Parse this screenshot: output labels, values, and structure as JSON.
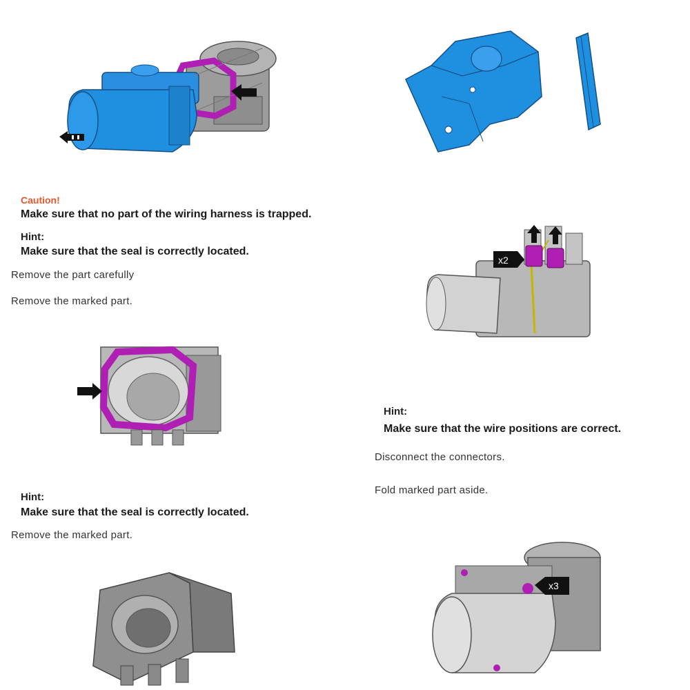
{
  "left": {
    "caution_label": "Caution!",
    "caution_text": "Make sure that no part of the wiring harness is trapped.",
    "hint1_label": "Hint:",
    "hint1_text": "Make sure that the seal is correctly located.",
    "step1": "Remove the part carefully",
    "step2": "Remove the marked part.",
    "hint2_label": "Hint:",
    "hint2_text": "Make sure that the seal is correctly located.",
    "step3": "Remove the marked part."
  },
  "right": {
    "badge_x2": "x2",
    "hint_label": "Hint:",
    "hint_text": "Make sure that the wire positions are correct.",
    "step1": "Disconnect the connectors.",
    "step2": "Fold marked part aside.",
    "badge_x3": "x3"
  },
  "colors": {
    "accent_blue": "#1f8fe0",
    "marker_purple": "#b01fb4",
    "part_grey": "#bdbdbd",
    "caution_orange": "#e8562a"
  }
}
